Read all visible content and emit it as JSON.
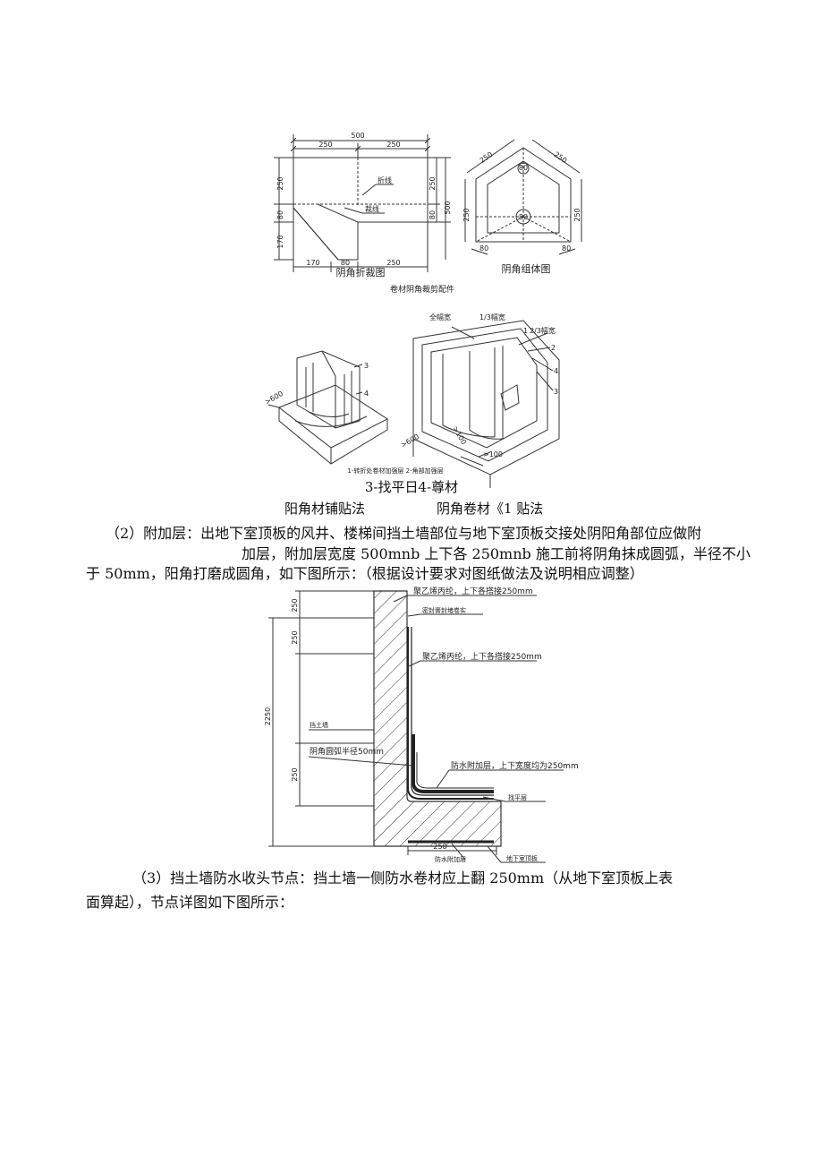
{
  "fig1": {
    "caption_left": "阴角折裁图",
    "caption_right": "阴角组体图",
    "caption_main": "卷材阴角裁剪配件",
    "dims": {
      "top_total": "500",
      "top_a": "250",
      "top_b": "250",
      "left_a": "250",
      "left_b": "80",
      "left_c": "170",
      "right_a": "250",
      "right_b": "80",
      "right_total": "500",
      "bottom_a": "170",
      "bottom_b": "80",
      "bottom_c": "250",
      "label_fold": "折线",
      "label_cut": "裁线",
      "pent_top_left": "250",
      "pent_top_right": "250",
      "pent_left": "250",
      "pent_right": "250",
      "pent_bottom_left": "80",
      "pent_bottom_right": "80",
      "pent_inner_top": "80",
      "pent_center": "80"
    }
  },
  "fig2": {
    "labels": {
      "full_width": "全幅宽",
      "third_width": "1/3幅宽",
      "two_third_width": "2/3幅宽",
      "n1": "1",
      "n2": "2",
      "n3": "3",
      "n4": "4",
      "left_n3": "3",
      "left_n4": "4",
      "dim_600_left": ">600",
      "dim_600_right": ">600",
      "dim_100": ">100",
      "dim_100b": ">100"
    },
    "legend_small": "1-转折处卷材加强层   2-角部加强层",
    "legend_big": "3-找平日4-尊材",
    "caption_left": "阳角材铺贴法",
    "caption_right": "阴角卷材《1 贴法"
  },
  "para2": {
    "line1": "（2）附加层：出地下室顶板的风井、楼梯间挡土墙部位与地下室顶板交接处阴阳角部位应做附",
    "line2": "加层，附加层宽度 500mnb 上下各 250mnb 施工前将阴角抹成圆弧，半径不小",
    "line3": "于 50mm，阳角打磨成圆角，如下图所示：（根据设计要求对图纸做法及说明相应调整）"
  },
  "fig3": {
    "dim_250_top": "250",
    "dim_250_second": "250",
    "dim_2250": "2250",
    "dim_250_low": "250",
    "dim_250_bottom": "250",
    "label_top": "聚乙烯丙纶，上下各搭接250mm",
    "label_seal": "密封膏封堵卷实",
    "label_mid": "聚乙烯丙纶，上下各搭接250mm",
    "label_wall": "挡土墙",
    "label_radius": "阴角圆弧半径50mm",
    "label_add": "防水附加层，上下宽度均为250mm",
    "label_level": "找平层",
    "label_add_bottom": "防水附加层",
    "label_slab": "地下室顶板"
  },
  "para3": {
    "line1": "（3）挡土墙防水收头节点：挡土墙一侧防水卷材应上翻 250mm（从地下室顶板上表",
    "line2": "面算起），节点详图如下图所示："
  }
}
